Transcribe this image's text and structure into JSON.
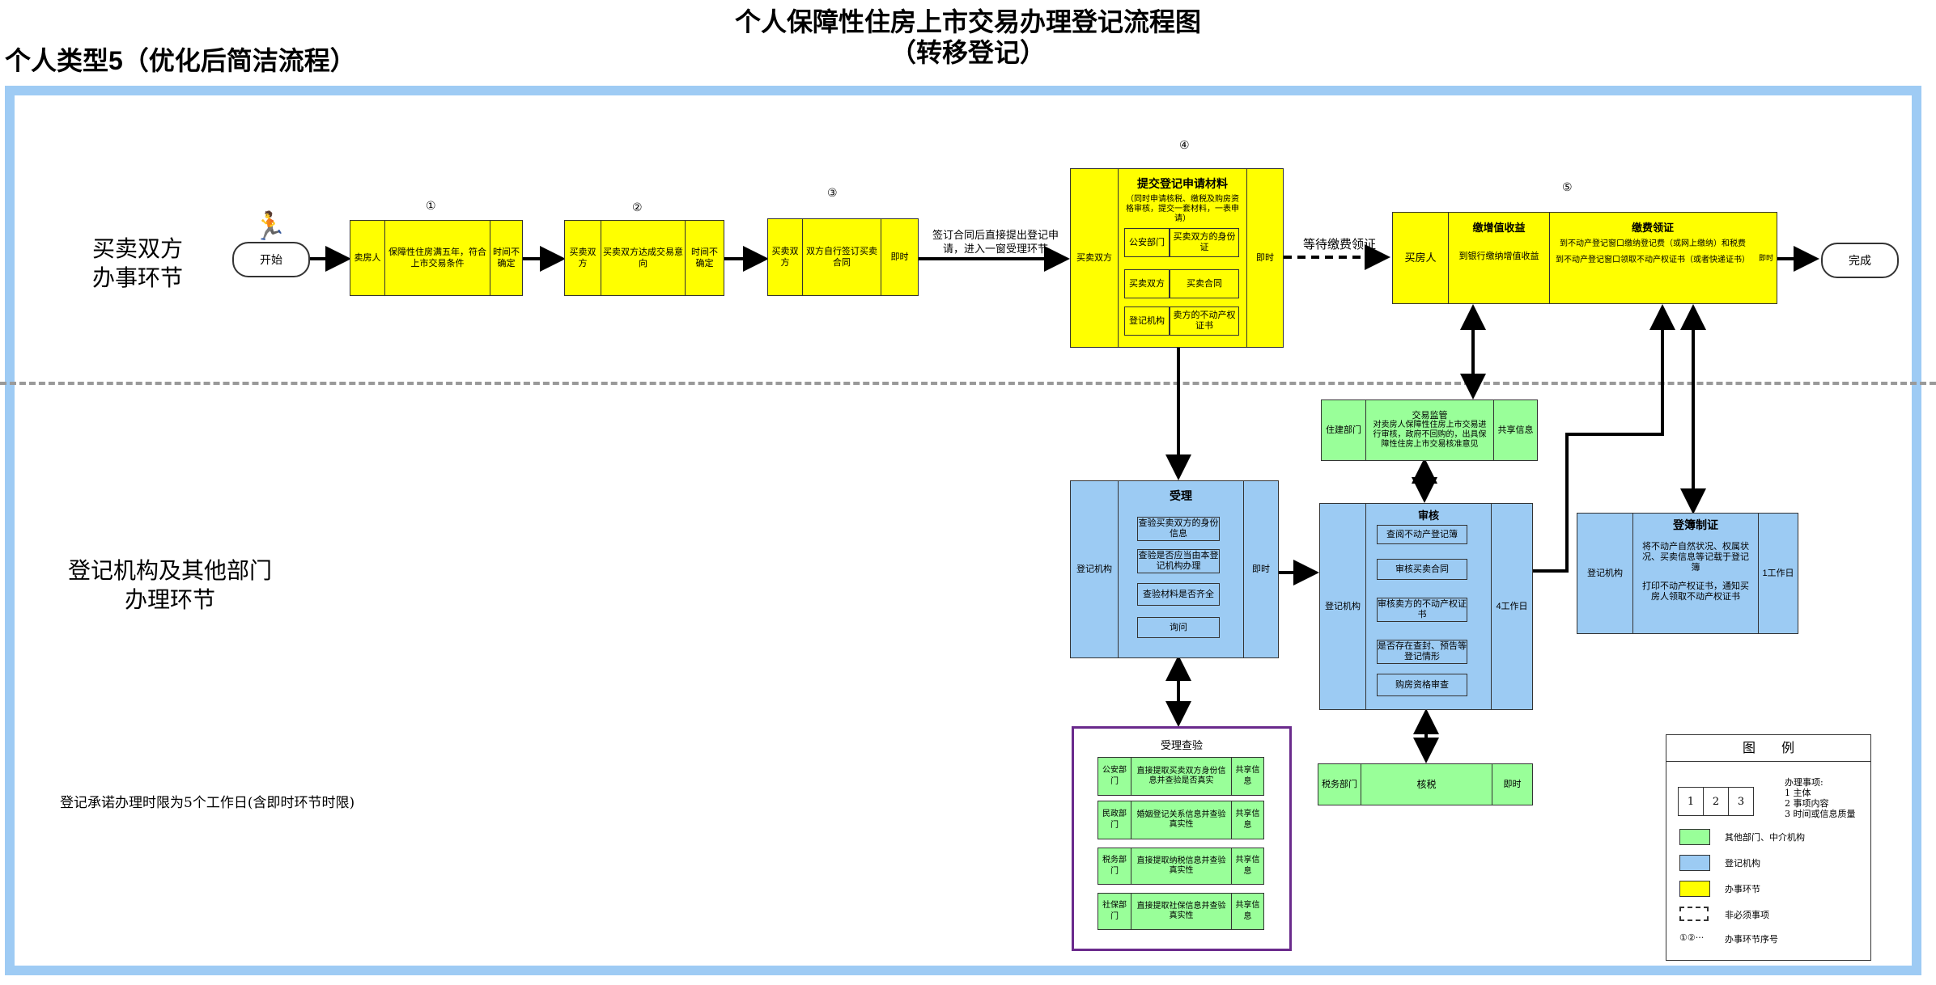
{
  "title_line1": "个人保障性住房上市交易办理登记流程图",
  "title_line2": "（转移登记）",
  "subtype": "个人类型5（优化后简洁流程）",
  "lanes": {
    "top": "买卖双方\n办事环节",
    "bottom": "登记机构及其他部门\n办理环节"
  },
  "promise_note": "登记承诺办理时限为5个工作日(含即时环节时限)",
  "start": "开始",
  "finish": "完成",
  "nums": {
    "n1": "①",
    "n2": "②",
    "n3": "③",
    "n4": "④",
    "n5": "⑤"
  },
  "step1": {
    "subject": "卖房人",
    "content": "保障性住房满五年，符合上市交易条件",
    "time": "时间不确定"
  },
  "step2": {
    "subject": "买卖双方",
    "content": "买卖双方达成交易意向",
    "time": "时间不确定"
  },
  "step3": {
    "subject": "买卖双方",
    "content": "双方自行签订买卖合同",
    "time": "即时"
  },
  "arrow3_label": "签订合同后直接提出登记申请，进入一窗受理环节",
  "step4": {
    "subject": "买卖双方",
    "heading": "提交登记申请材料",
    "note": "（同时申请核税、缴税及购房资格审核，提交一套材料，一表申请）",
    "rows": [
      {
        "dept": "公安部门",
        "item": "买卖双方的身份证"
      },
      {
        "dept": "买卖双方",
        "item": "买卖合同"
      },
      {
        "dept": "登记机构",
        "item": "卖方的不动产权证书"
      }
    ],
    "time": "即时"
  },
  "arrow4_label": "等待缴费领证",
  "step5": {
    "subject": "买房人",
    "part_a_head": "缴增值收益",
    "part_a_text": "到银行缴纳增值收益",
    "part_b_head": "缴费领证",
    "part_b_text1": "到不动产登记窗口缴纳登记费（或网上缴纳）和税费",
    "part_b_text2": "到不动产登记窗口领取不动产权证书（或者快递证书）",
    "time": "即时"
  },
  "accept": {
    "subject": "登记机构",
    "heading": "受理",
    "items": [
      "查验买卖双方的身份信息",
      "查验是否应当由本登记机构办理",
      "查验材料是否齐全",
      "询问"
    ],
    "time": "即时"
  },
  "supervise": {
    "dept": "住建部门",
    "heading": "交易监管",
    "text": "对卖房人保障性住房上市交易进行审核，政府不回购的，出具保障性住房上市交易核准意见",
    "share": "共享信息"
  },
  "review": {
    "subject": "登记机构",
    "heading": "审核",
    "items": [
      "查阅不动产登记簿",
      "审核买卖合同",
      "审核卖方的不动产权证书",
      "是否存在查封、预告等登记情形",
      "购房资格审查"
    ],
    "time": "4工作日"
  },
  "record": {
    "subject": "登记机构",
    "heading": "登簿制证",
    "text1": "将不动产自然状况、权属状况、买卖信息等记载于登记簿",
    "text2": "打印不动产权证书，通知买房人领取不动产权证书",
    "time": "1工作日"
  },
  "tax": {
    "dept": "税务部门",
    "content": "核税",
    "time": "即时"
  },
  "verify": {
    "heading": "受理查验",
    "rows": [
      {
        "dept": "公安部门",
        "content": "直接提取买卖双方身份信息并查验是否真实",
        "share": "共享信息"
      },
      {
        "dept": "民政部门",
        "content": "婚姻登记关系信息并查验真实性",
        "share": "共享信息"
      },
      {
        "dept": "税务部门",
        "content": "直接提取纳税信息并查验真实性",
        "share": "共享信息"
      },
      {
        "dept": "社保部门",
        "content": "直接提取社保信息并查验真实性",
        "share": "共享信息"
      }
    ]
  },
  "legend": {
    "title": "图　　例",
    "cells": [
      "1",
      "2",
      "3"
    ],
    "matters_title": "办理事项:",
    "matters": [
      "1 主体",
      "2 事项内容",
      "3 时间或信息质量"
    ],
    "green": "其他部门、中介机构",
    "blue": "登记机构",
    "yellow": "办事环节",
    "dashed": "非必须事项",
    "seq_symbol": "①②···",
    "seq": "办事环节序号",
    "colors": {
      "green": "#99ff99",
      "blue": "#9ccbf3",
      "yellow": "#ffff00"
    }
  }
}
